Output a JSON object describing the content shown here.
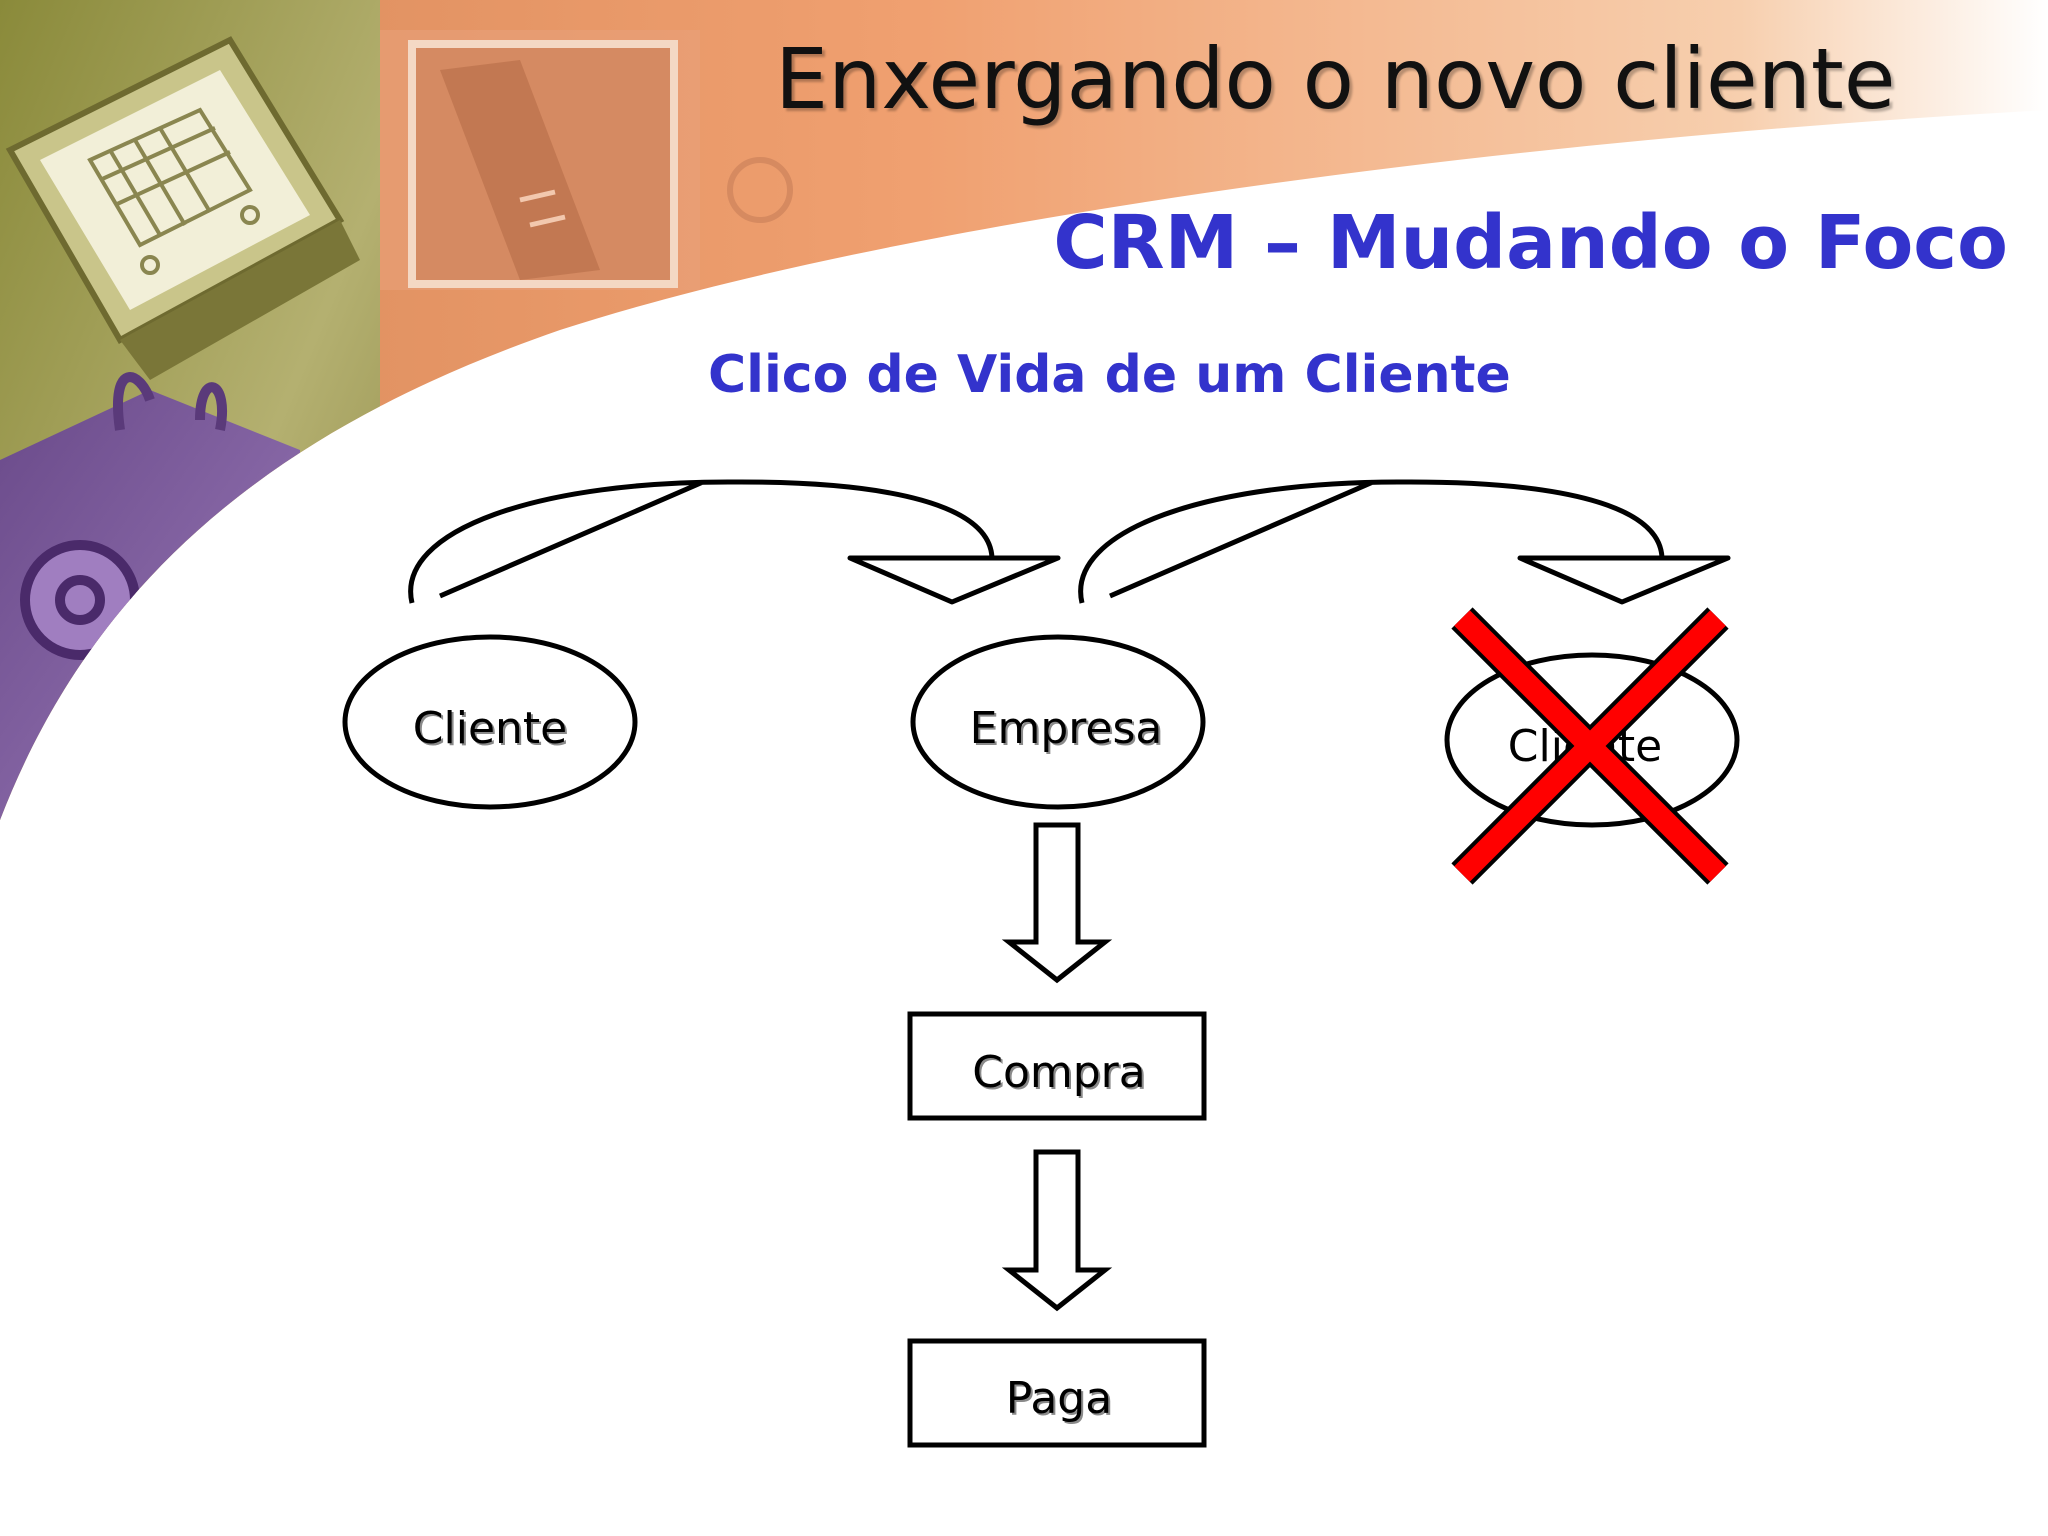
{
  "slide": {
    "title": "Enxergando o novo cliente",
    "subtitle": "CRM – Mudando o Foco",
    "section_title": "Clico de Vida de um Cliente"
  },
  "diagram": {
    "nodes": {
      "cliente": "Cliente",
      "empresa": "Empresa",
      "cliente_removed": "Cliente",
      "compra": "Compra",
      "paga": "Paga"
    }
  },
  "colors": {
    "heading_blue": "#3333cc",
    "cross_red": "#ff0000",
    "banner_orange": "#f0a070",
    "banner_olive": "#9a9a4a",
    "bag_purple": "#7a5a9a"
  }
}
